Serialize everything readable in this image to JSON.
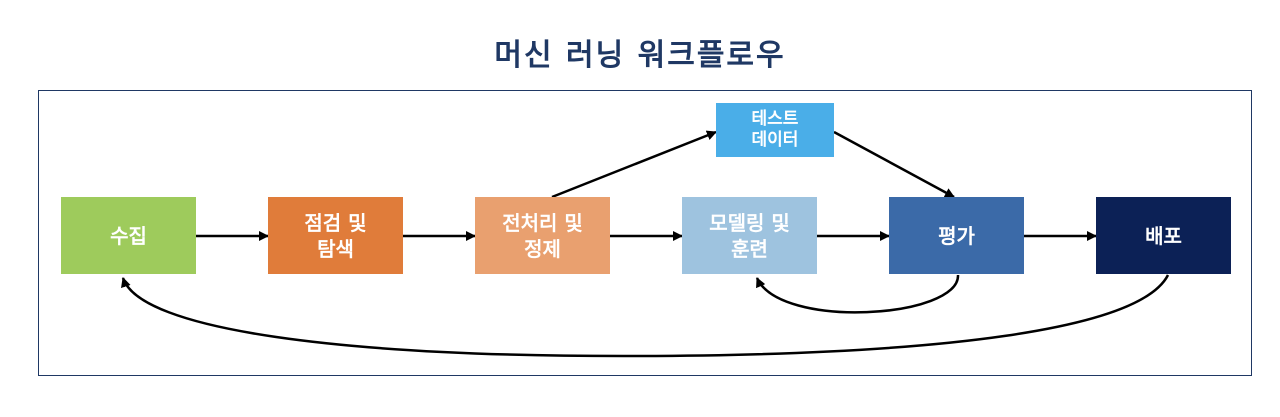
{
  "title": "머신 러닝 워크플로우",
  "nodes": {
    "collect": {
      "label": "수집",
      "color": "#9ecb5c"
    },
    "inspect": {
      "label": "점검 및\n탐색",
      "color": "#e07c3a"
    },
    "preprocess": {
      "label": "전처리 및\n정제",
      "color": "#e9a06f"
    },
    "testdata": {
      "label": "테스트\n데이터",
      "color": "#4aaee8"
    },
    "modeling": {
      "label": "모델링 및\n훈련",
      "color": "#9ec3df"
    },
    "evaluate": {
      "label": "평가",
      "color": "#3b6aa8"
    },
    "deploy": {
      "label": "배포",
      "color": "#0c2156"
    }
  },
  "edge_color": "#000000"
}
